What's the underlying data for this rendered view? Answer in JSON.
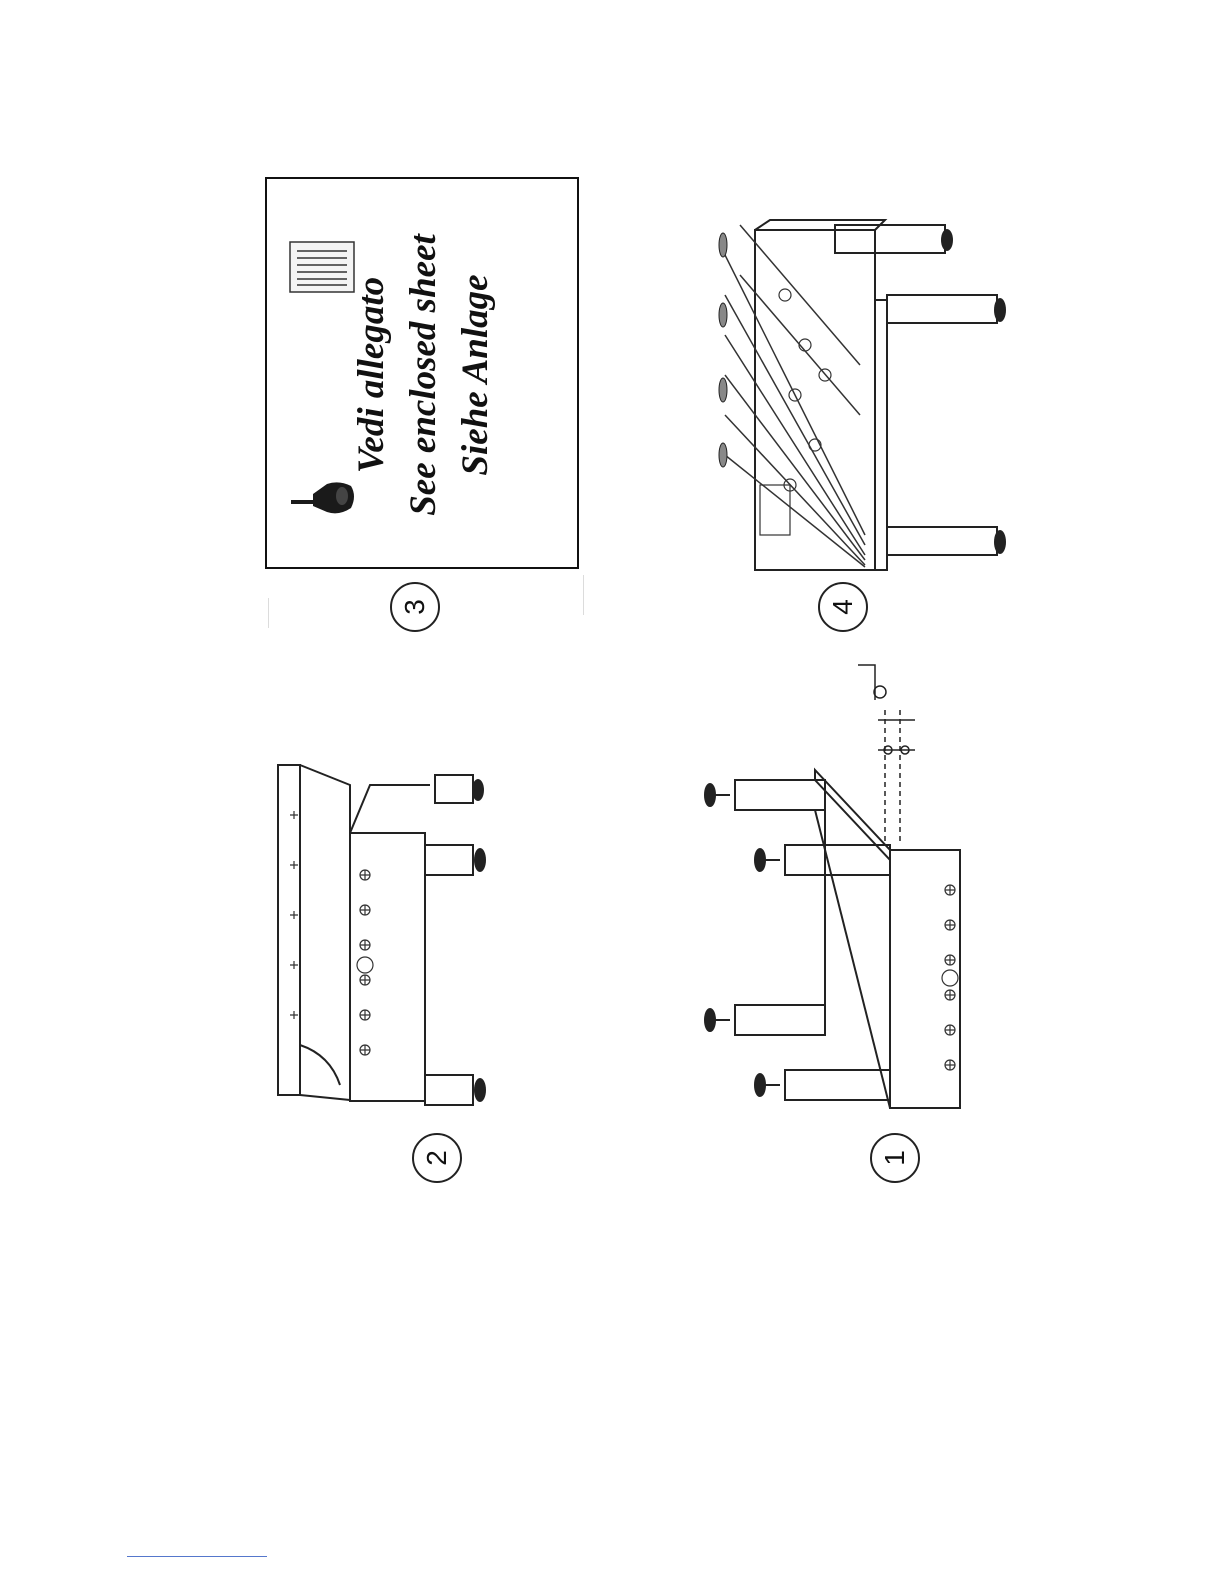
{
  "steps": [
    {
      "number": "2"
    },
    {
      "number": "3"
    },
    {
      "number": "4"
    },
    {
      "number": "1"
    }
  ],
  "note": {
    "lines": [
      "Vedi allegato",
      "See enclosed sheet",
      "Siehe Anlage"
    ],
    "icons": [
      "document-icon",
      "pointing-hand-icon"
    ]
  },
  "colors": {
    "ink": "#111111",
    "link_rule": "#5577cc"
  }
}
